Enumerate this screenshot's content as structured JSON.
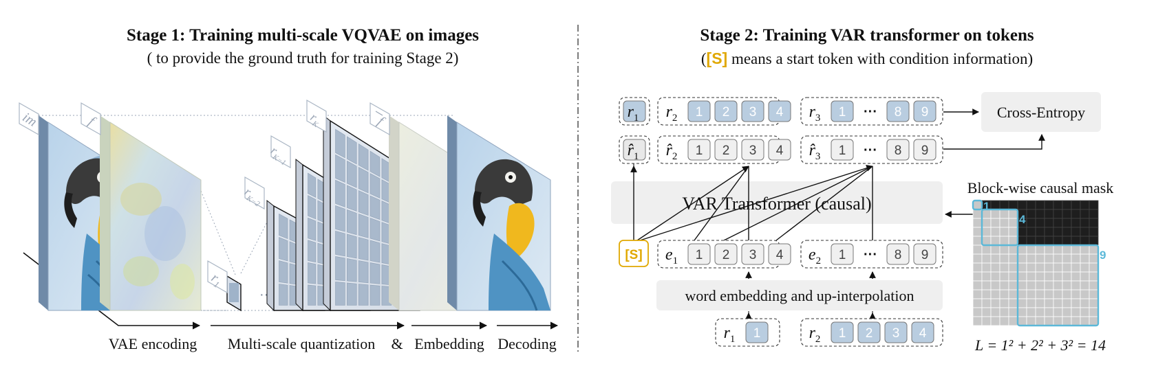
{
  "stage1": {
    "title": "Stage 1:  Training multi-scale VQVAE on images",
    "subtitle": "( to provide the ground truth for training Stage 2)",
    "layer_labels": {
      "im": "im",
      "f": "f",
      "r1": "r",
      "rK2": "r",
      "rK1": "r",
      "rK": "r",
      "fhat": "f"
    },
    "layer_label_subs": {
      "r1": "1",
      "rK2": "K−2",
      "rK1": "K−1",
      "rK": "K"
    },
    "ellipsis": "···",
    "steps": [
      "VAE encoding",
      "Multi-scale quantization",
      "&",
      "Embedding",
      "Decoding"
    ]
  },
  "stage2": {
    "title": "Stage 2:  Training VAR transformer on tokens",
    "subtitle_open": "(",
    "subtitle_token": "[S]",
    "subtitle_rest": " means a start token with condition information)",
    "cross_entropy": "Cross-Entropy",
    "transformer": "VAR Transformer (causal)",
    "embedding": "word embedding and up-interpolation",
    "start_token": "[S]",
    "mask_title": "Block-wise causal mask",
    "mask_blocks": [
      "1",
      "4",
      "9"
    ],
    "mask_equation": "L = 1² + 2² + 3² = 14",
    "rows": {
      "targets": [
        {
          "name": "r",
          "sub": "1",
          "tokens": []
        },
        {
          "name": "r",
          "sub": "2",
          "tokens": [
            "1",
            "2",
            "3",
            "4"
          ]
        },
        {
          "name": "r",
          "sub": "3",
          "tokens": [
            "1",
            "···",
            "8",
            "9"
          ]
        }
      ],
      "predictions": [
        {
          "name": "r̂",
          "sub": "1",
          "tokens": []
        },
        {
          "name": "r̂",
          "sub": "2",
          "tokens": [
            "1",
            "2",
            "3",
            "4"
          ]
        },
        {
          "name": "r̂",
          "sub": "3",
          "tokens": [
            "1",
            "···",
            "8",
            "9"
          ]
        }
      ],
      "embeddings": [
        {
          "name": "e",
          "sub": "1",
          "tokens": [
            "1",
            "2",
            "3",
            "4"
          ]
        },
        {
          "name": "e",
          "sub": "2",
          "tokens": [
            "1",
            "···",
            "8",
            "9"
          ]
        }
      ],
      "inputs": [
        {
          "name": "r",
          "sub": "1",
          "tokens": [
            "1"
          ]
        },
        {
          "name": "r",
          "sub": "2",
          "tokens": [
            "1",
            "2",
            "3",
            "4"
          ]
        }
      ]
    }
  },
  "colors": {
    "token_blue": "#b9cde0",
    "token_gray": "#e8e8e8",
    "start_token": "#e0a800",
    "mask_highlight": "#5bb8d8",
    "mask_dark": "#1e1e1e",
    "mask_light": "#c8c8c8",
    "panel_gray": "#efefef"
  }
}
